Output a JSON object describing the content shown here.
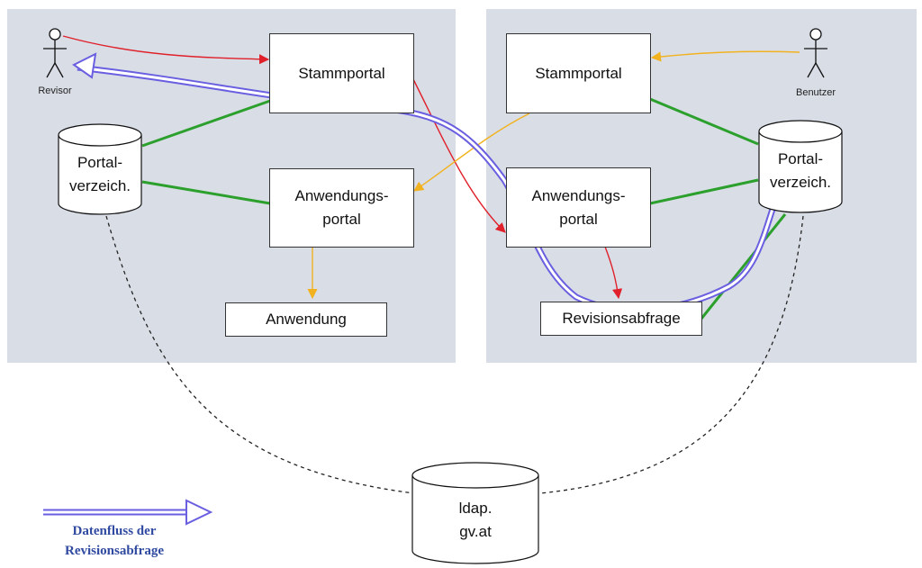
{
  "colors": {
    "panel": "#d9dde6",
    "green": "#2ca02c",
    "red": "#e0202a",
    "orange": "#f2b21f",
    "flow": "#6a5fe0",
    "dashed": "#222222"
  },
  "left_panel": {
    "actor": "Revisor",
    "stammportal": "Stammportal",
    "directory": "Portal-\nverzeich.",
    "anwendungsportal": "Anwendungs-\nportal",
    "anwendung": "Anwendung"
  },
  "right_panel": {
    "actor": "Benutzer",
    "stammportal": "Stammportal",
    "directory": "Portal-\nverzeich.",
    "anwendungsportal": "Anwendungs-\nportal",
    "revisionsabfrage": "Revisionsabfrage"
  },
  "ldap": {
    "label": "ldap.\ngv.at"
  },
  "legend": {
    "label": "Datenfluss der\nRevisionsabfrage"
  }
}
